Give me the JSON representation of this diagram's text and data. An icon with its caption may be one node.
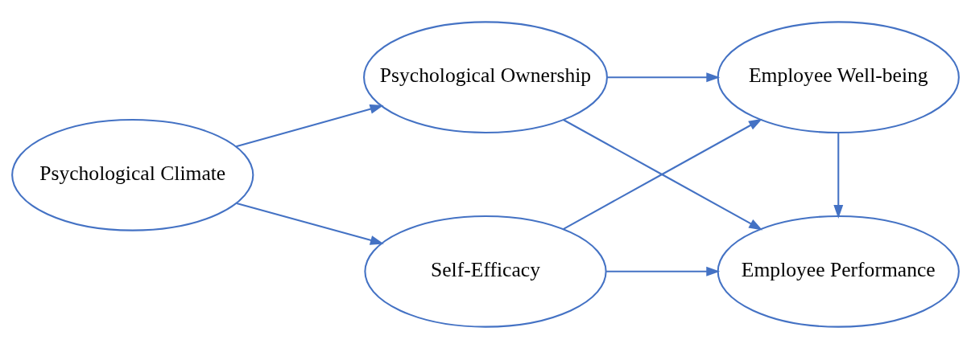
{
  "diagram": {
    "nodes": [
      {
        "text": [
          "Psychological Climate"
        ]
      },
      {
        "text": [
          "Psychological Ownership"
        ]
      },
      {
        "text": [
          "Self-Efficacy"
        ]
      },
      {
        "text": [
          "Employee Well-being"
        ]
      },
      {
        "text": [
          "Employee Performance"
        ]
      }
    ],
    "edges": [
      {
        "from": 0,
        "to": 1,
        "arrow": "to"
      },
      {
        "from": 0,
        "to": 2,
        "arrow": "to"
      },
      {
        "from": 1,
        "to": 3,
        "arrow": "to"
      },
      {
        "from": 1,
        "to": 4,
        "arrow": "to"
      },
      {
        "from": 2,
        "to": 3,
        "arrow": "to"
      },
      {
        "from": 2,
        "to": 4,
        "arrow": "to"
      },
      {
        "from": 3,
        "to": 4,
        "arrow": "to"
      }
    ]
  }
}
